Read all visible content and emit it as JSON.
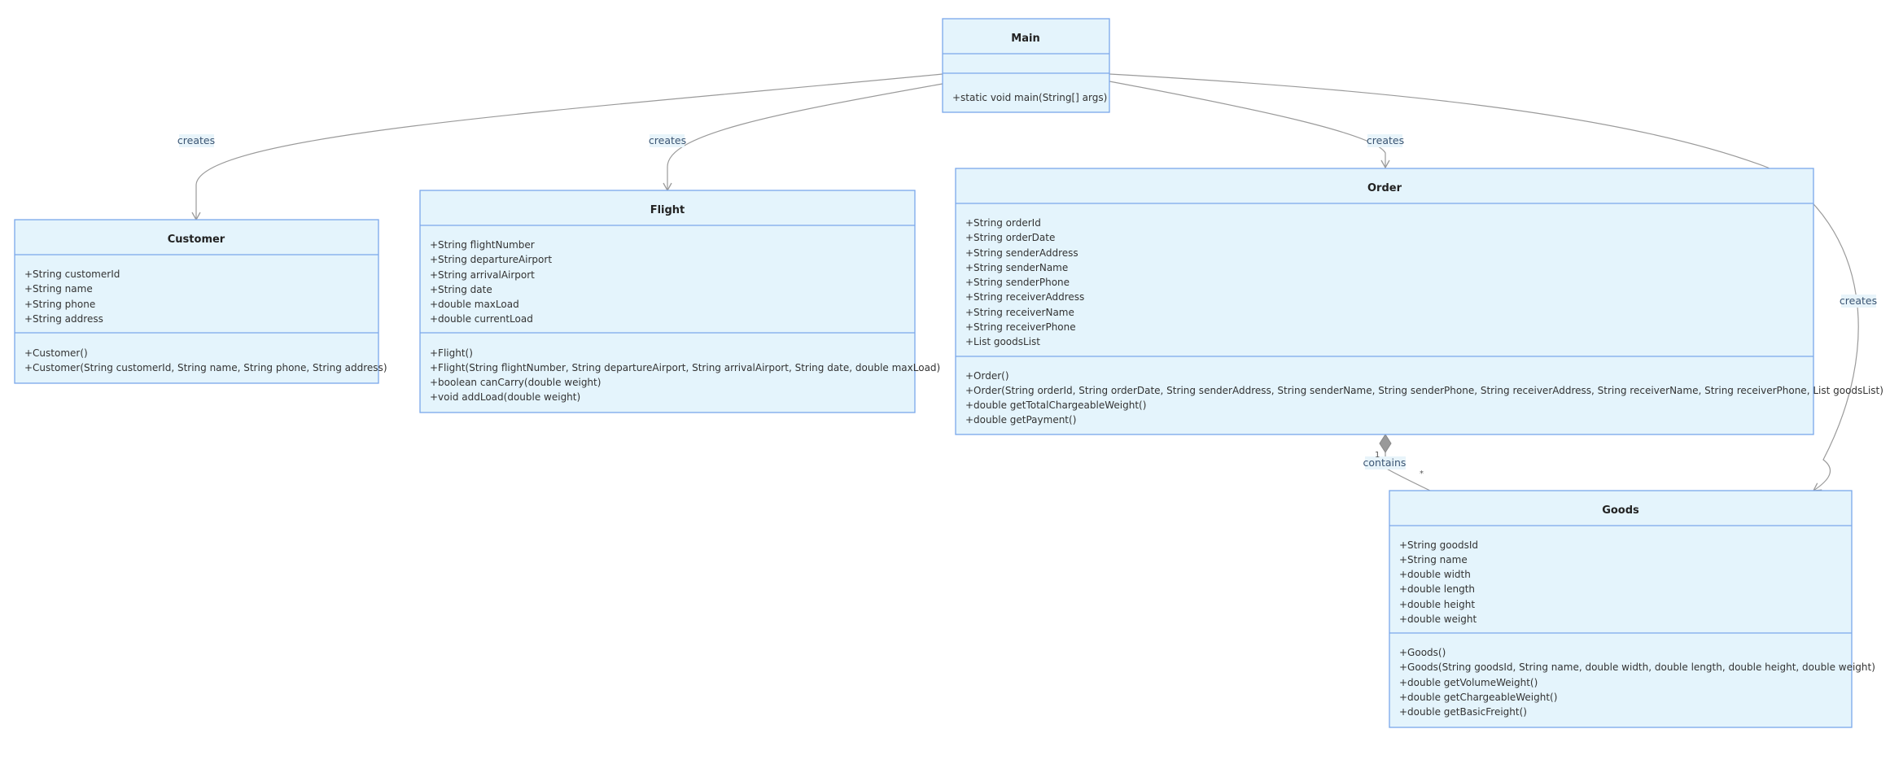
{
  "classes": {
    "main": {
      "name": "Main",
      "attributes": [],
      "methods": [
        "+static void main(String[] args)"
      ]
    },
    "customer": {
      "name": "Customer",
      "attributes": [
        "+String customerId",
        "+String name",
        "+String phone",
        "+String address"
      ],
      "methods": [
        "+Customer()",
        "+Customer(String customerId, String name, String phone, String address)"
      ]
    },
    "flight": {
      "name": "Flight",
      "attributes": [
        "+String flightNumber",
        "+String departureAirport",
        "+String arrivalAirport",
        "+String date",
        "+double maxLoad",
        "+double currentLoad"
      ],
      "methods": [
        "+Flight()",
        "+Flight(String flightNumber, String departureAirport, String arrivalAirport, String date, double maxLoad)",
        "+boolean canCarry(double weight)",
        "+void addLoad(double weight)"
      ]
    },
    "order": {
      "name": "Order",
      "attributes": [
        "+String orderId",
        "+String orderDate",
        "+String senderAddress",
        "+String senderName",
        "+String senderPhone",
        "+String receiverAddress",
        "+String receiverName",
        "+String receiverPhone",
        "+List goodsList"
      ],
      "methods": [
        "+Order()",
        "+Order(String orderId, String orderDate, String senderAddress, String senderName, String senderPhone, String receiverAddress, String receiverName, String receiverPhone, List goodsList)",
        "+double getTotalChargeableWeight()",
        "+double getPayment()"
      ]
    },
    "goods": {
      "name": "Goods",
      "attributes": [
        "+String goodsId",
        "+String name",
        "+double width",
        "+double length",
        "+double height",
        "+double weight"
      ],
      "methods": [
        "+Goods()",
        "+Goods(String goodsId, String name, double width, double length, double height, double weight)",
        "+double getVolumeWeight()",
        "+double getChargeableWeight()",
        "+double getBasicFreight()"
      ]
    }
  },
  "relations": {
    "main_customer": {
      "label": "creates"
    },
    "main_flight": {
      "label": "creates"
    },
    "main_order": {
      "label": "creates"
    },
    "main_goods": {
      "label": "creates"
    },
    "order_goods": {
      "label": "contains",
      "source_multiplicity": "1",
      "target_multiplicity": "*"
    }
  },
  "colors": {
    "class_fill": "#e4f4fc",
    "class_border": "#7aa7ea",
    "edge": "#9a9a9a",
    "label_bg": "#e8f4fa"
  }
}
